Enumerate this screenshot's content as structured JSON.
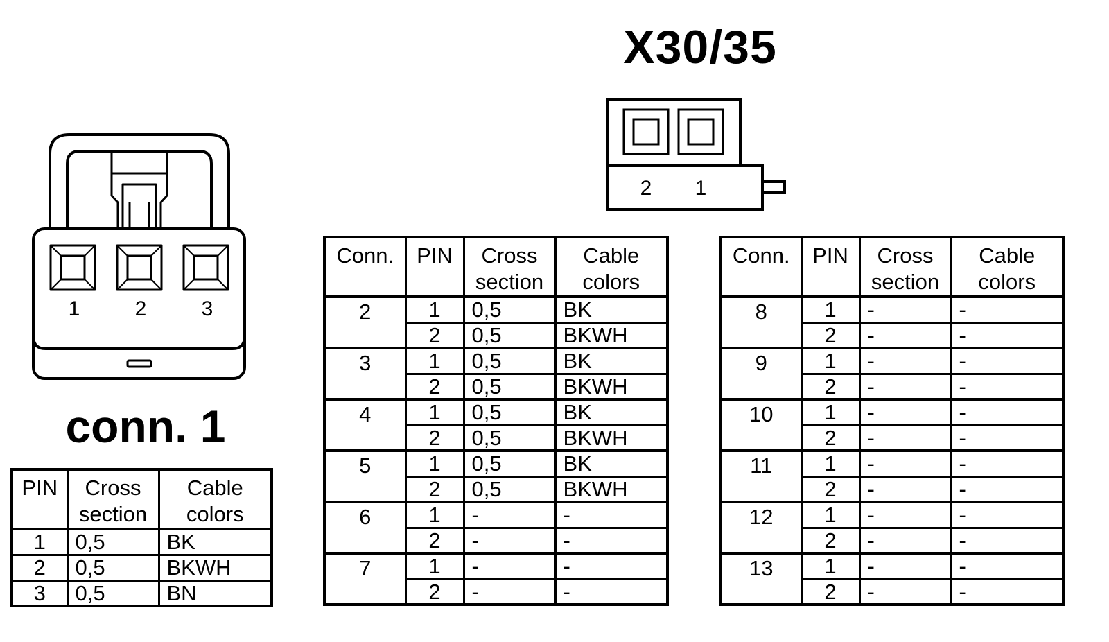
{
  "x30_title": "X30/35",
  "conn1_title": "conn. 1",
  "x30_pin_labels": [
    "2",
    "1"
  ],
  "conn1_pin_labels": [
    "1",
    "2",
    "3"
  ],
  "headers": {
    "conn": "Conn.",
    "pin": "PIN",
    "cross_line1": "Cross",
    "cross_line2": "section",
    "cable_line1": "Cable",
    "cable_line2": "colors"
  },
  "conn1_table": [
    {
      "pin": "1",
      "cross": "0,5",
      "color": "BK"
    },
    {
      "pin": "2",
      "cross": "0,5",
      "color": "BKWH"
    },
    {
      "pin": "3",
      "cross": "0,5",
      "color": "BN"
    }
  ],
  "mid_table": [
    {
      "conn": "2",
      "rows": [
        {
          "pin": "1",
          "cross": "0,5",
          "color": "BK"
        },
        {
          "pin": "2",
          "cross": "0,5",
          "color": "BKWH"
        }
      ]
    },
    {
      "conn": "3",
      "rows": [
        {
          "pin": "1",
          "cross": "0,5",
          "color": "BK"
        },
        {
          "pin": "2",
          "cross": "0,5",
          "color": "BKWH"
        }
      ]
    },
    {
      "conn": "4",
      "rows": [
        {
          "pin": "1",
          "cross": "0,5",
          "color": "BK"
        },
        {
          "pin": "2",
          "cross": "0,5",
          "color": "BKWH"
        }
      ]
    },
    {
      "conn": "5",
      "rows": [
        {
          "pin": "1",
          "cross": "0,5",
          "color": "BK"
        },
        {
          "pin": "2",
          "cross": "0,5",
          "color": "BKWH"
        }
      ]
    },
    {
      "conn": "6",
      "rows": [
        {
          "pin": "1",
          "cross": "-",
          "color": "-"
        },
        {
          "pin": "2",
          "cross": "-",
          "color": "-"
        }
      ]
    },
    {
      "conn": "7",
      "rows": [
        {
          "pin": "1",
          "cross": "-",
          "color": "-"
        },
        {
          "pin": "2",
          "cross": "-",
          "color": "-"
        }
      ]
    }
  ],
  "right_table": [
    {
      "conn": "8",
      "rows": [
        {
          "pin": "1",
          "cross": "-",
          "color": "-"
        },
        {
          "pin": "2",
          "cross": "-",
          "color": "-"
        }
      ]
    },
    {
      "conn": "9",
      "rows": [
        {
          "pin": "1",
          "cross": "-",
          "color": "-"
        },
        {
          "pin": "2",
          "cross": "-",
          "color": "-"
        }
      ]
    },
    {
      "conn": "10",
      "rows": [
        {
          "pin": "1",
          "cross": "-",
          "color": "-"
        },
        {
          "pin": "2",
          "cross": "-",
          "color": "-"
        }
      ]
    },
    {
      "conn": "11",
      "rows": [
        {
          "pin": "1",
          "cross": "-",
          "color": "-"
        },
        {
          "pin": "2",
          "cross": "-",
          "color": "-"
        }
      ]
    },
    {
      "conn": "12",
      "rows": [
        {
          "pin": "1",
          "cross": "-",
          "color": "-"
        },
        {
          "pin": "2",
          "cross": "-",
          "color": "-"
        }
      ]
    },
    {
      "conn": "13",
      "rows": [
        {
          "pin": "1",
          "cross": "-",
          "color": "-"
        },
        {
          "pin": "2",
          "cross": "-",
          "color": "-"
        }
      ]
    }
  ]
}
